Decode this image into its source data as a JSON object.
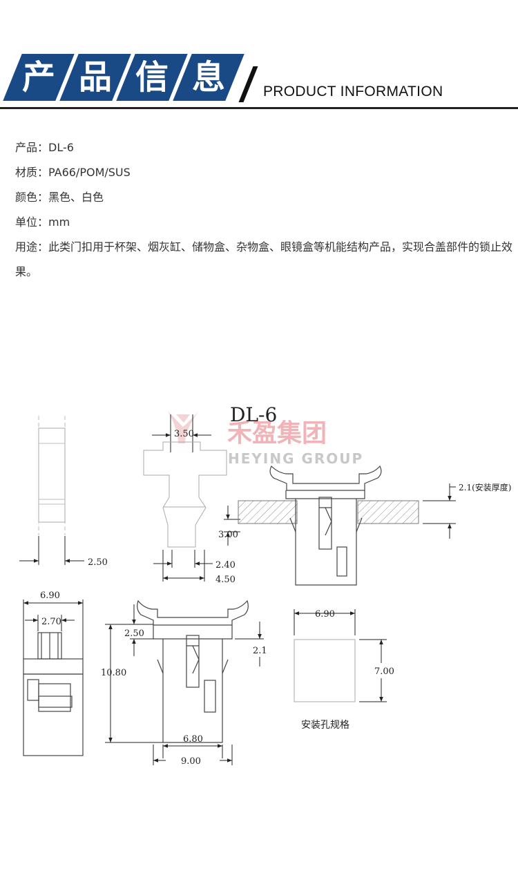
{
  "header": {
    "chars": [
      "产",
      "品",
      "信",
      "息"
    ],
    "english": "PRODUCT INFORMATION",
    "color": "#1a4a86"
  },
  "info": {
    "product": "产品：DL-6",
    "material": "材质：PA66/POM/SUS",
    "color": "颜色：黑色、白色",
    "unit": "单位：mm",
    "usage": "用途：此类门扣用于杯架、烟灰缸、储物盒、杂物盒、眼镜盒等机能结构产品，实现合盖部件的锁止效果。"
  },
  "drawing": {
    "model": "DL-6",
    "watermark_cn": "禾盈集团",
    "watermark_en": "HEYING GROUP",
    "dims": {
      "d350": "3.50",
      "d250a": "2.50",
      "d300": "3.00",
      "d240": "2.40",
      "d450": "4.50",
      "thickness": "2.1(安装厚度)",
      "d690a": "6.90",
      "d270": "2.70",
      "d250b": "2.50",
      "d1080": "10.80",
      "d21": "2.1",
      "d680": "6.80",
      "d900": "9.00",
      "d690b": "6.90",
      "d700": "7.00"
    },
    "hole_label": "安装孔规格"
  }
}
